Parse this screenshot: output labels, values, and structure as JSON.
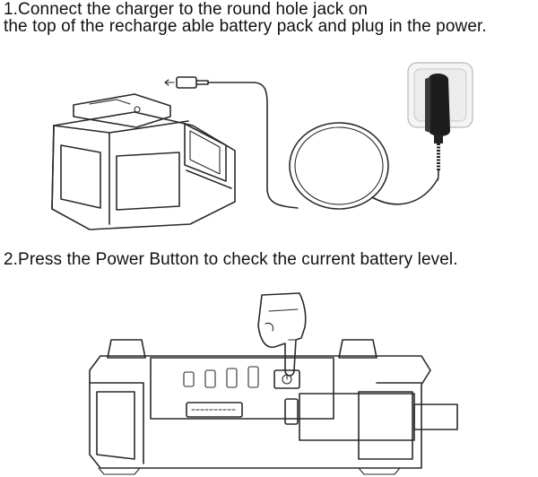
{
  "steps": [
    {
      "line1": "1.Connect the charger to the round hole jack on",
      "line2": "the top of the recharge able battery pack and plug in the power."
    },
    {
      "line1": "2.Press the Power Button to check the current battery level."
    }
  ],
  "illustrations": {
    "charging": [
      "battery-pack-icon",
      "charger-cable-icon",
      "wall-outlet-icon",
      "charger-adapter-icon"
    ],
    "power_check": [
      "battery-pack-front-icon",
      "pointing-hand-icon",
      "power-button-icon",
      "led-indicator-icon"
    ]
  }
}
